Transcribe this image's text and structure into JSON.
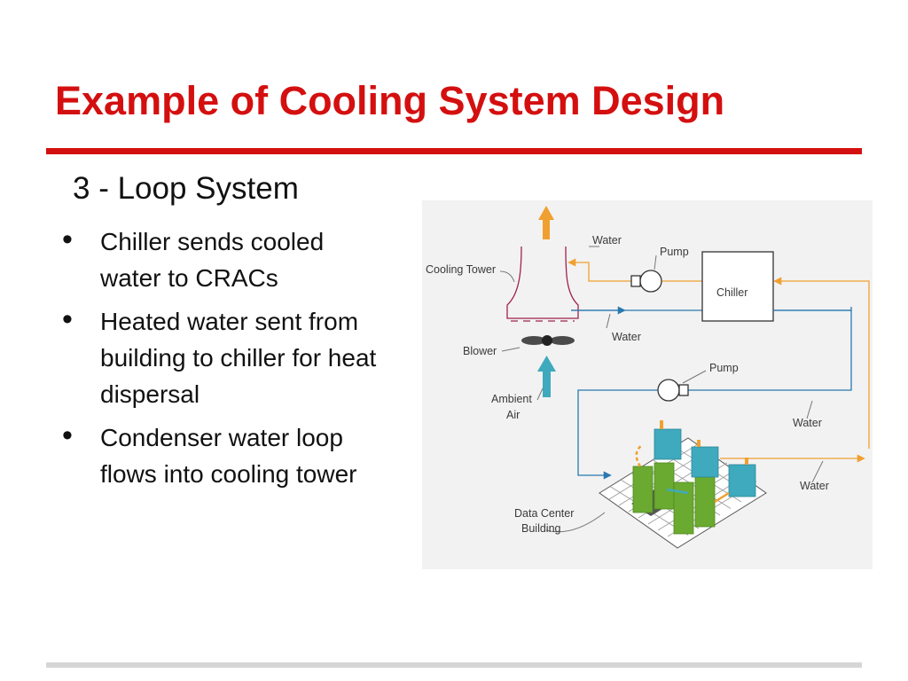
{
  "slide": {
    "title": "Example of Cooling System Design",
    "subheading": "3 - Loop System",
    "bullets": [
      {
        "text": "Chiller sends cooled water to CRACs"
      },
      {
        "text": "Heated water sent from building to chiller for heat dispersal"
      },
      {
        "text": "Condenser water loop flows into cooling tower"
      }
    ]
  },
  "diagram": {
    "labels": {
      "water_top": "Water",
      "pump_top": "Pump",
      "cooling_tower": "Cooling Tower",
      "chiller": "Chiller",
      "water_mid": "Water",
      "blower": "Blower",
      "pump_mid": "Pump",
      "ambient_line1": "Ambient",
      "ambient_line2": "Air",
      "water_right": "Water",
      "water_bottom": "Water",
      "dc_line1": "Data Center",
      "dc_line2": "Building"
    },
    "colors": {
      "hot_water": "#f0a030",
      "cold_water": "#2a78b0",
      "tower": "#a0224e",
      "server_rack": "#3fa9bd",
      "crac_unit": "#6aaa30",
      "title_red": "#d40f0f"
    }
  }
}
